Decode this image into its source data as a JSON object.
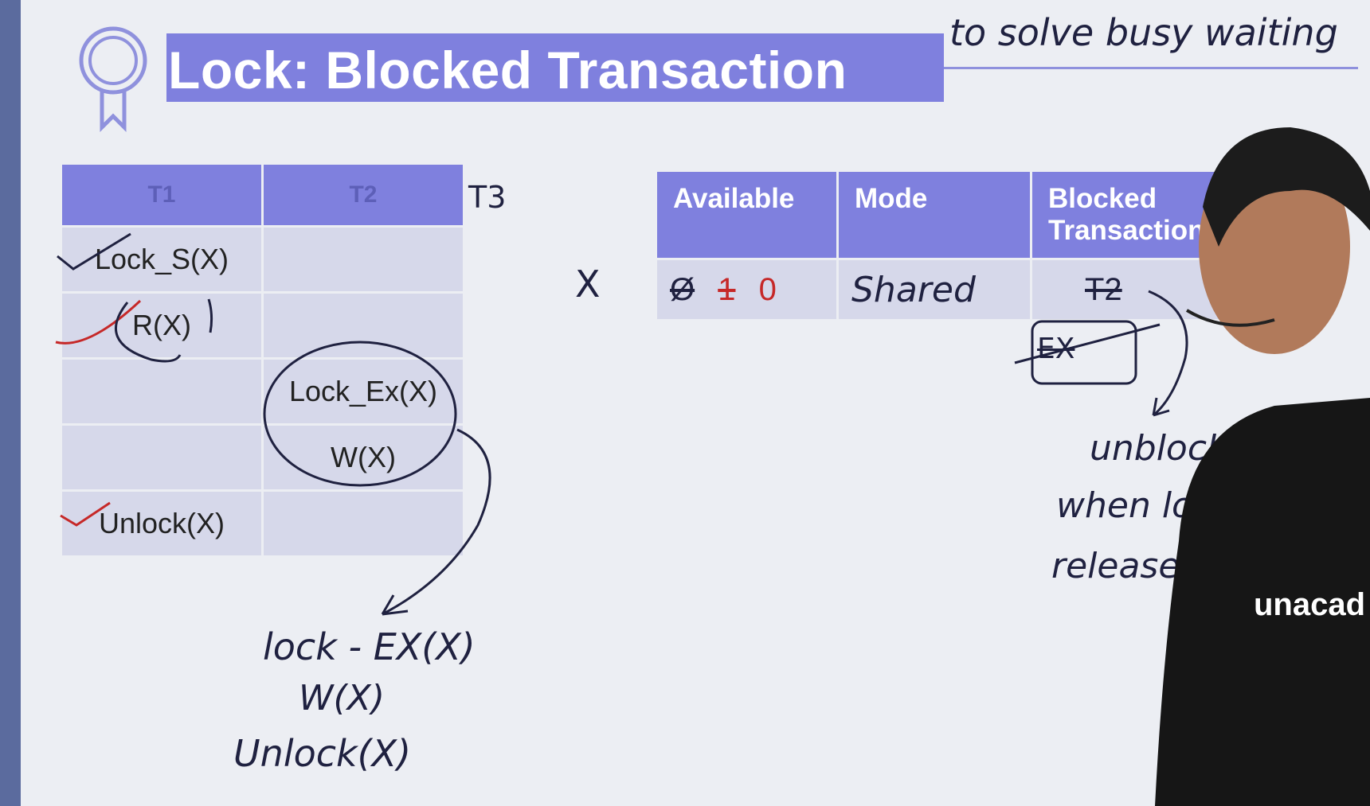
{
  "slide": {
    "title": "Lock: Blocked Transaction",
    "annotation_top": "to solve busy waiting",
    "colors": {
      "header": "#7f80de",
      "cell": "#d6d8ea",
      "red_ink": "#c62828",
      "ink": "#1f2140"
    }
  },
  "schedule_table": {
    "columns": [
      "T1",
      "T2"
    ],
    "extra_column_note": "T3",
    "rows": [
      {
        "t1": "Lock_S(X)",
        "t2": ""
      },
      {
        "t1": "R(X)",
        "t2": ""
      },
      {
        "t1": "",
        "t2": "Lock_Ex(X)"
      },
      {
        "t1": "",
        "t2": "W(X)"
      },
      {
        "t1": "Unlock(X)",
        "t2": ""
      }
    ]
  },
  "lock_table": {
    "row_label": "X",
    "headers": [
      "Available",
      "Mode",
      "Blocked Transaction"
    ],
    "available_history": [
      "Ø",
      "1",
      "0"
    ],
    "mode": "Shared",
    "blocked": "T2",
    "blocked_mode": "EX"
  },
  "annotations": {
    "t3_lines": [
      "lock - EX(X)",
      "W(X)",
      "Unlock(X)"
    ],
    "note_lines": [
      "unblock",
      "when loc",
      "released"
    ]
  },
  "branding": {
    "name": "unacad"
  }
}
